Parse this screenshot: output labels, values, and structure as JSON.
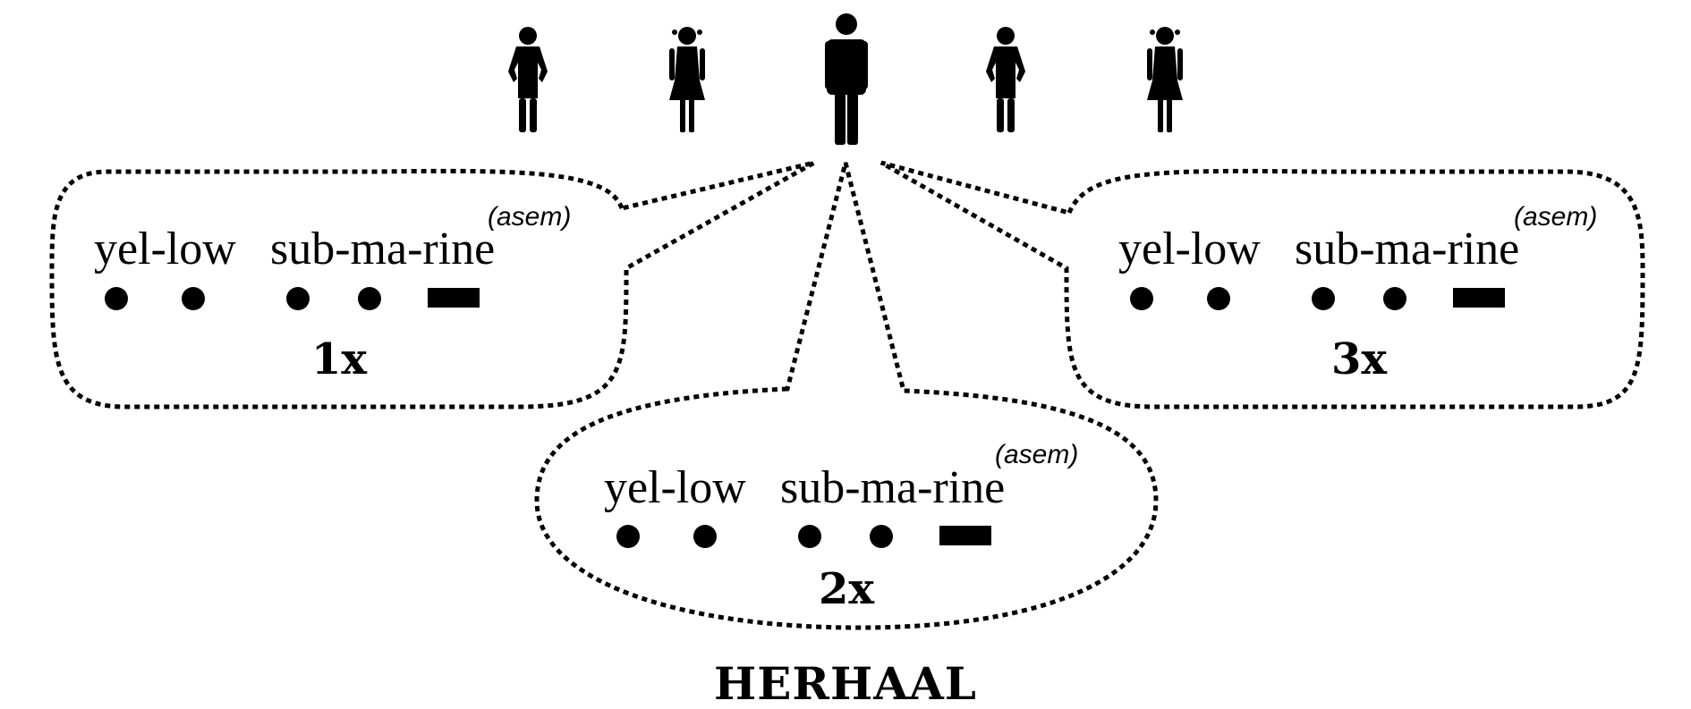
{
  "figures": [
    {
      "type": "boy",
      "icon": "boy-icon"
    },
    {
      "type": "girl",
      "icon": "girl-icon"
    },
    {
      "type": "leader",
      "icon": "man-icon"
    },
    {
      "type": "boy",
      "icon": "boy-icon"
    },
    {
      "type": "girl",
      "icon": "girl-icon"
    }
  ],
  "bubbles": [
    {
      "word1": "yel-low",
      "word2": "sub-ma-rine",
      "note": "(asem)",
      "count": "1x",
      "rhythm": [
        "dot",
        "dot",
        "dot",
        "dot",
        "dash"
      ]
    },
    {
      "word1": "yel-low",
      "word2": "sub-ma-rine",
      "note": "(asem)",
      "count": "2x",
      "rhythm": [
        "dot",
        "dot",
        "dot",
        "dot",
        "dash"
      ]
    },
    {
      "word1": "yel-low",
      "word2": "sub-ma-rine",
      "note": "(asem)",
      "count": "3x",
      "rhythm": [
        "dot",
        "dot",
        "dot",
        "dot",
        "dash"
      ]
    }
  ],
  "title": "HERHAAL",
  "colors": {
    "ink": "#000000",
    "background": "#ffffff"
  }
}
